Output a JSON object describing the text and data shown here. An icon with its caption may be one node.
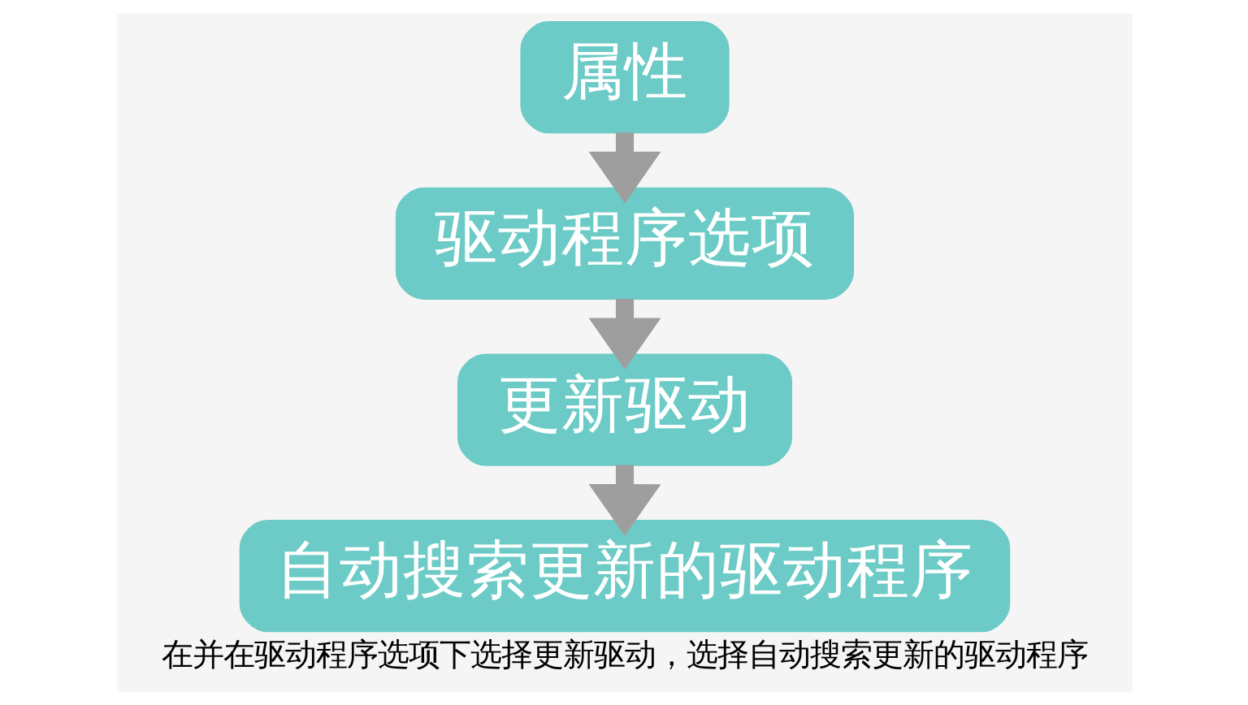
{
  "diagram": {
    "caption": "在并在驱动程序选项下选择更新驱动，选择自动搜索更新的驱动程序",
    "nodes": [
      {
        "text": [
          "属性"
        ]
      },
      {
        "text": [
          "驱动程序选项"
        ]
      },
      {
        "text": [
          "更新驱动"
        ]
      },
      {
        "text": [
          "自动搜索更新的驱动程序"
        ]
      }
    ],
    "edges": [
      {
        "from": 0,
        "to": 1,
        "arrow": "to"
      },
      {
        "from": 1,
        "to": 2,
        "arrow": "to"
      },
      {
        "from": 2,
        "to": 3,
        "arrow": "to"
      }
    ]
  }
}
